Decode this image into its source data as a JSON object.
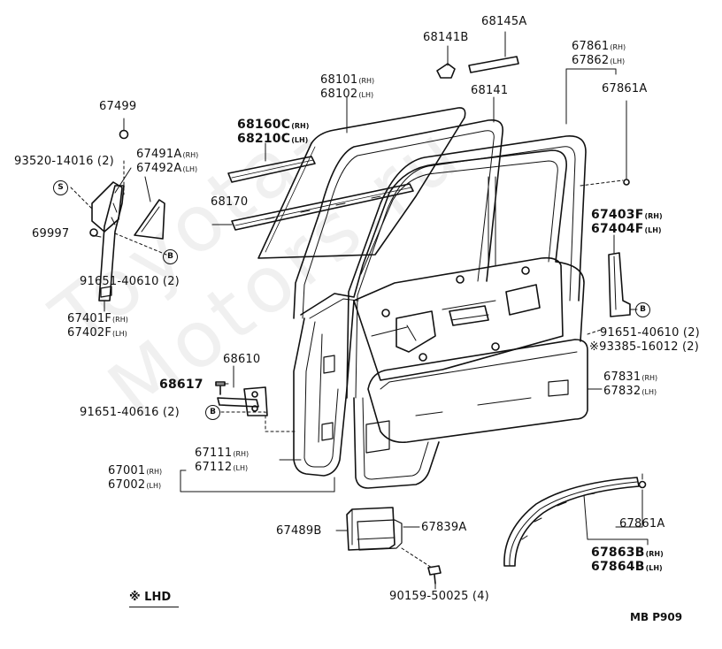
{
  "watermark": "Toyota-Motors.ru",
  "footer": {
    "note_symbol": "※",
    "note_text": "LHD",
    "code": "MB P909"
  },
  "callouts": {
    "s": "S",
    "b": "B"
  },
  "labels": [
    {
      "id": "l68145A",
      "text": "68145A",
      "sub": ""
    },
    {
      "id": "l68141B",
      "text": "68141B",
      "sub": ""
    },
    {
      "id": "l67861rh",
      "text": "67861",
      "sub": "(RH)"
    },
    {
      "id": "l67862lh",
      "text": "67862",
      "sub": "(LH)"
    },
    {
      "id": "l67861A_top",
      "text": "67861A",
      "sub": ""
    },
    {
      "id": "l68101rh",
      "text": "68101",
      "sub": "(RH)"
    },
    {
      "id": "l68102lh",
      "text": "68102",
      "sub": "(LH)"
    },
    {
      "id": "l68141",
      "text": "68141",
      "sub": ""
    },
    {
      "id": "l67499",
      "text": "67499",
      "sub": ""
    },
    {
      "id": "l68160Crh",
      "text": "68160C",
      "sub": "(RH)",
      "bold": true
    },
    {
      "id": "l68210Clh",
      "text": "68210C",
      "sub": "(LH)",
      "bold": true
    },
    {
      "id": "l93520",
      "text": "93520-14016 (2)",
      "sub": ""
    },
    {
      "id": "l67491Arh",
      "text": "67491A",
      "sub": "(RH)"
    },
    {
      "id": "l67492Alh",
      "text": "67492A",
      "sub": "(LH)"
    },
    {
      "id": "l68170",
      "text": "68170",
      "sub": ""
    },
    {
      "id": "l67403Frh",
      "text": "67403F",
      "sub": "(RH)",
      "bold": true
    },
    {
      "id": "l67404Flh",
      "text": "67404F",
      "sub": "(LH)",
      "bold": true
    },
    {
      "id": "l69997",
      "text": "69997",
      "sub": ""
    },
    {
      "id": "l91651_40610_left",
      "text": "91651-40610 (2)",
      "sub": ""
    },
    {
      "id": "l67401Frh",
      "text": "67401F",
      "sub": "(RH)"
    },
    {
      "id": "l67402Flh",
      "text": "67402F",
      "sub": "(LH)"
    },
    {
      "id": "l91651_40610_right",
      "text": "91651-40610 (2)",
      "sub": ""
    },
    {
      "id": "l93385",
      "text": "※93385-16012 (2)",
      "sub": ""
    },
    {
      "id": "l68610",
      "text": "68610",
      "sub": ""
    },
    {
      "id": "l68617",
      "text": "68617",
      "sub": "",
      "bold": true
    },
    {
      "id": "l67831rh",
      "text": "67831",
      "sub": "(RH)"
    },
    {
      "id": "l67832lh",
      "text": "67832",
      "sub": "(LH)"
    },
    {
      "id": "l91651_40616",
      "text": "91651-40616 (2)",
      "sub": ""
    },
    {
      "id": "l67111rh",
      "text": "67111",
      "sub": "(RH)"
    },
    {
      "id": "l67112lh",
      "text": "67112",
      "sub": "(LH)"
    },
    {
      "id": "l67001rh",
      "text": "67001",
      "sub": "(RH)"
    },
    {
      "id": "l67002lh",
      "text": "67002",
      "sub": "(LH)"
    },
    {
      "id": "l67489B",
      "text": "67489B",
      "sub": ""
    },
    {
      "id": "l67839A",
      "text": "67839A",
      "sub": ""
    },
    {
      "id": "l67861A_bot",
      "text": "67861A",
      "sub": ""
    },
    {
      "id": "l67863Brh",
      "text": "67863B",
      "sub": "(RH)",
      "bold": true
    },
    {
      "id": "l67864Blh",
      "text": "67864B",
      "sub": "(LH)",
      "bold": true
    },
    {
      "id": "l90159",
      "text": "90159-50025 (4)",
      "sub": ""
    }
  ]
}
